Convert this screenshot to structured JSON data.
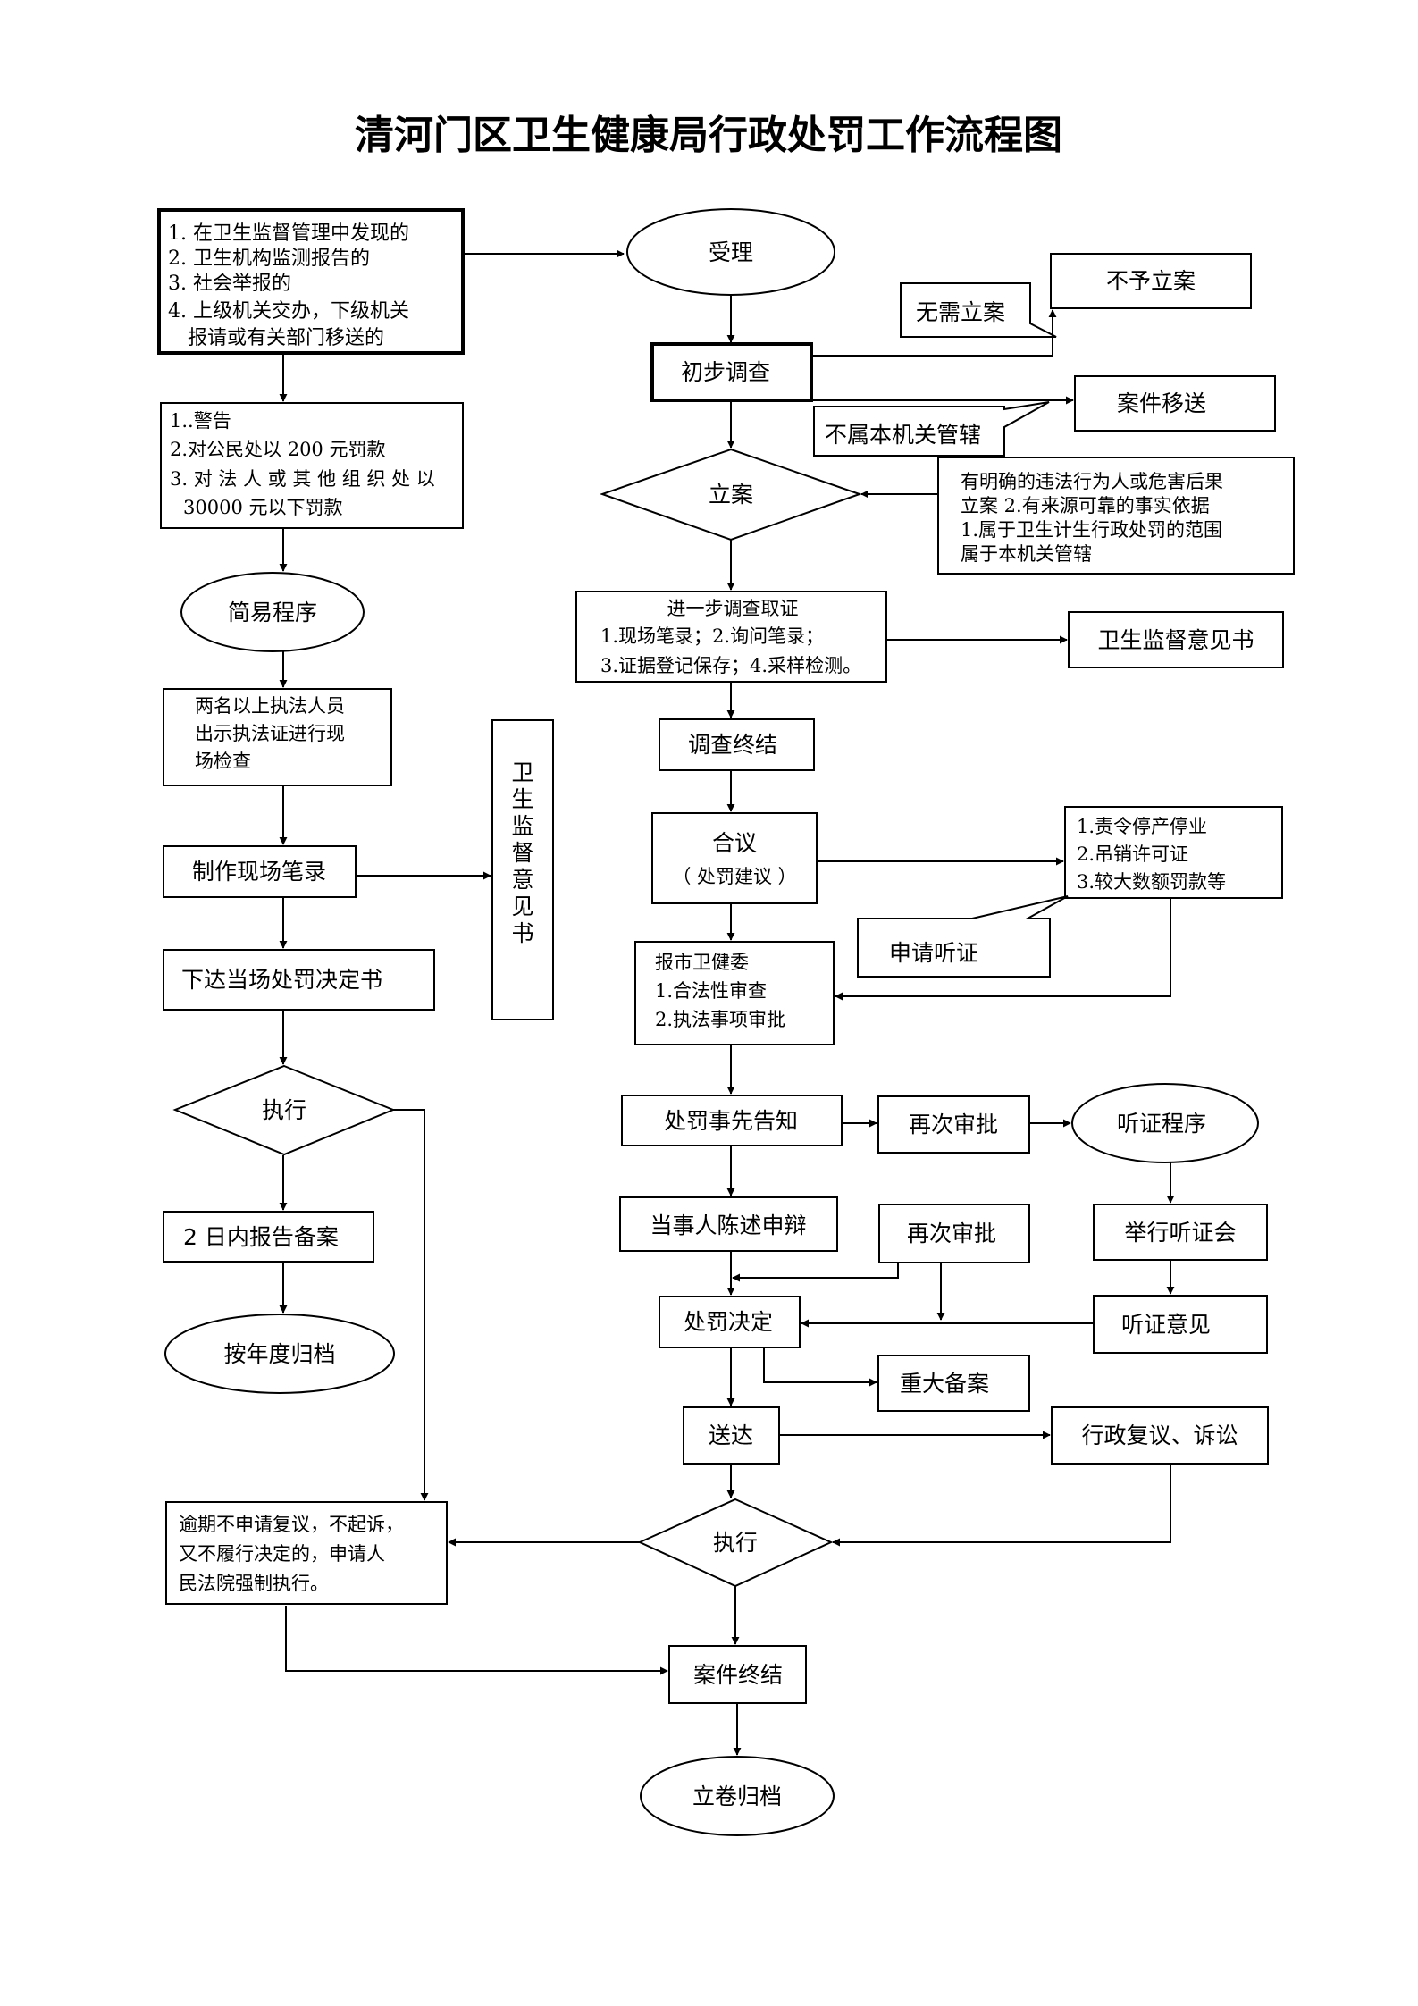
{
  "title": "清河门区卫生健康局行政处罚工作流程图",
  "left": {
    "sources": [
      "1. 在卫生监督管理中发现的",
      "2. 卫生机构监测报告的",
      "3. 社会举报的",
      "4. 上级机关交办，下级机关",
      "报请或有关部门移送的"
    ],
    "penalties": [
      "1..警告",
      "2.对公民处以 200 元罚款",
      "3. 对 法 人 或 其 他 组 织 处 以",
      "30000  元以下罚款"
    ],
    "simple_procedure": "简易程序",
    "inspection": [
      "两名以上执法人员",
      "出示执法证进行现",
      "场检查"
    ],
    "make_record": "制作现场笔录",
    "opinion_vertical": [
      "卫",
      "生",
      "监",
      "督",
      "意",
      "见",
      "书"
    ],
    "issue_decision": "下达当场处罚决定书",
    "execute": "执行",
    "report_filing": "2  日内报告备案",
    "annual_archive": "按年度归档",
    "enforce": [
      "逾期不申请复议，不起诉，",
      "又不履行决定的，申请人",
      "民法院强制执行。"
    ]
  },
  "center": {
    "accept": "受理",
    "preliminary": "初步调查",
    "no_case_needed": "无需立案",
    "not_filed": "不予立案",
    "not_jurisdiction": "不属本机关管辖",
    "transfer": "案件移送",
    "file_case": "立案",
    "criteria": [
      "有明确的违法行为人或危害后果",
      "立案 2.有来源可靠的事实依据",
      "1.属于卫生计生行政处罚的范围",
      "属于本机关管辖"
    ],
    "evidence": [
      "进一步调查取证",
      "1.现场笔录；2.询问笔录；",
      "3.证据登记保存；4.采样检测。"
    ],
    "supervision_opinion": "卫生监督意见书",
    "investigation_end": "调查终结",
    "deliberation": "合议",
    "deliberation_sub": "（ 处罚建议 ）",
    "heavy_penalties": [
      "1.责令停产停业",
      "2.吊销许可证",
      "3.较大数额罚款等"
    ],
    "apply_hearing": "申请听证",
    "report_commission": [
      "报市卫健委",
      "1.合法性审查",
      "2.执法事项审批"
    ],
    "prior_notice": "处罚事先告知",
    "re_approval_1": "再次审批",
    "hearing_procedure": "听证程序",
    "statement": "当事人陈述申辩",
    "re_approval_2": "再次审批",
    "hold_hearing": "举行听证会",
    "decision": "处罚决定",
    "hearing_opinion": "听证意见",
    "major_filing": "重大备案",
    "serve": "送达",
    "review_litigation": "行政复议、诉讼",
    "execute": "执行",
    "case_close": "案件终结",
    "archive": "立卷归档"
  }
}
